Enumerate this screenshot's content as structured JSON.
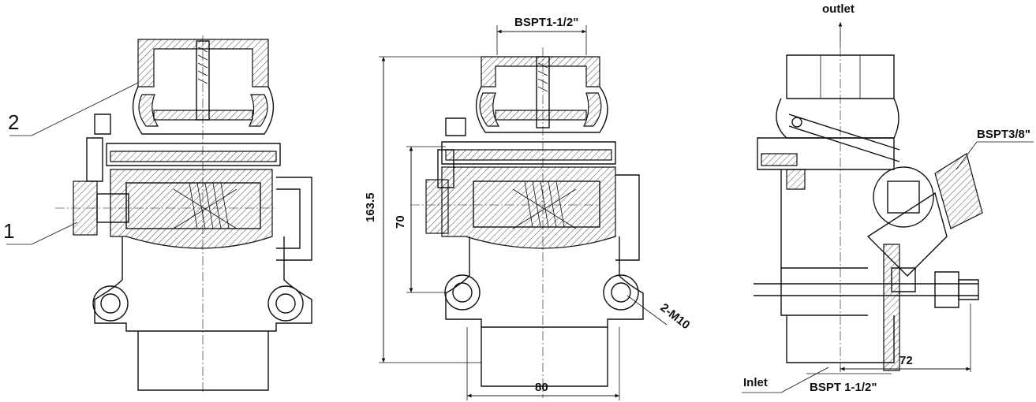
{
  "drawing": {
    "left_view": {
      "callouts": [
        {
          "id": "1",
          "text": "1"
        },
        {
          "id": "2",
          "text": "2"
        }
      ]
    },
    "middle_view": {
      "dim_top": "BSPT1-1/2\"",
      "dim_height": "163.5",
      "dim_bolt_span": "70",
      "dim_width": "80",
      "dim_bolts": "2-M10"
    },
    "right_view": {
      "outlet": "outlet",
      "inlet": "Inlet",
      "dim_port": "BSPT3/8\"",
      "dim_offset": "72",
      "dim_inlet": "BSPT 1-1/2\""
    }
  }
}
